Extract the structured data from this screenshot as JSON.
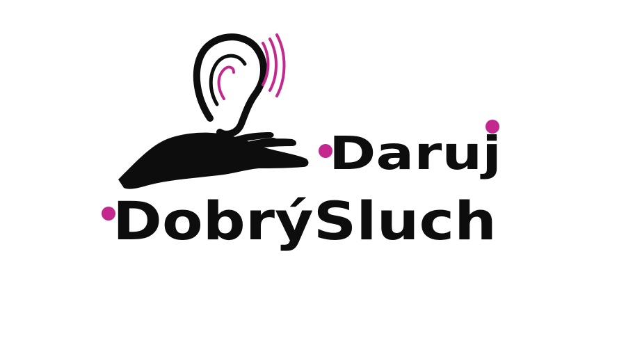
{
  "logo": {
    "word_top": "Daruj",
    "word_bottom": "DobrýSluch",
    "colors": {
      "ink": "#0d0d0d",
      "accent": "#c2288e",
      "background": "#ffffff"
    },
    "icons": [
      "ear-icon",
      "sound-waves-icon",
      "open-hand-icon",
      "accent-dot"
    ]
  }
}
